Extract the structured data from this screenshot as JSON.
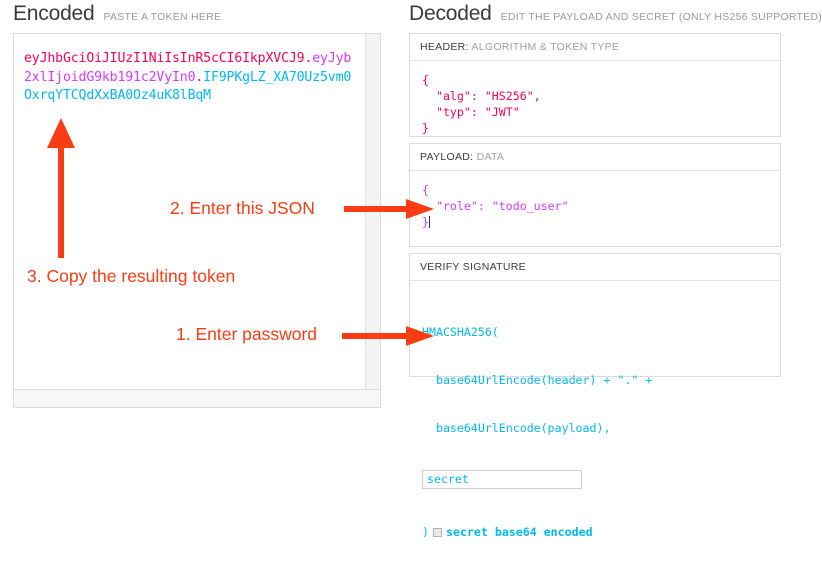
{
  "encoded": {
    "title": "Encoded",
    "subtitle": "PASTE A TOKEN HERE",
    "token": {
      "header": "eyJhbGciOiJIUzI1NiIsInR5cCI6IkpXVCJ9",
      "dot1": ".",
      "payload": "eyJyb2xlIjoidG9kb191c2VyIn0",
      "dot2": ".",
      "signature": "IF9PKgLZ_XA70Uz5vm0OxrqYTCQdXxBA0Oz4uK8lBqM"
    }
  },
  "decoded": {
    "title": "Decoded",
    "subtitle": "EDIT THE PAYLOAD AND SECRET (ONLY HS256 SUPPORTED)",
    "sections": {
      "header": {
        "label_key": "HEADER:",
        "label_value": "ALGORITHM & TOKEN TYPE",
        "body": "{\n  \"alg\": \"HS256\",\n  \"typ\": \"JWT\"\n}"
      },
      "payload": {
        "label_key": "PAYLOAD:",
        "label_value": "DATA",
        "body": "{\n  \"role\": \"todo_user\"\n}"
      },
      "signature": {
        "label_key": "VERIFY SIGNATURE",
        "label_value": "",
        "line1": "HMACSHA256(",
        "line2": "  base64UrlEncode(header) + \".\" +",
        "line3": "  base64UrlEncode(payload),",
        "secret_value": "secret",
        "secret_placeholder": "secret",
        "close_paren": ")",
        "checkbox_label": "secret base64 encoded",
        "checkbox_checked": false
      }
    }
  },
  "annotations": [
    {
      "id": "1",
      "text": "1. Enter password"
    },
    {
      "id": "2",
      "text": "2. Enter this JSON"
    },
    {
      "id": "3",
      "text": "3. Copy the resulting token"
    }
  ],
  "colors": {
    "header_segment": "#fb015b",
    "payload_segment": "#d63aff",
    "signature_segment": "#00b9f1",
    "annotation": "#fa3c14",
    "panel_border": "#dcdcdc"
  }
}
